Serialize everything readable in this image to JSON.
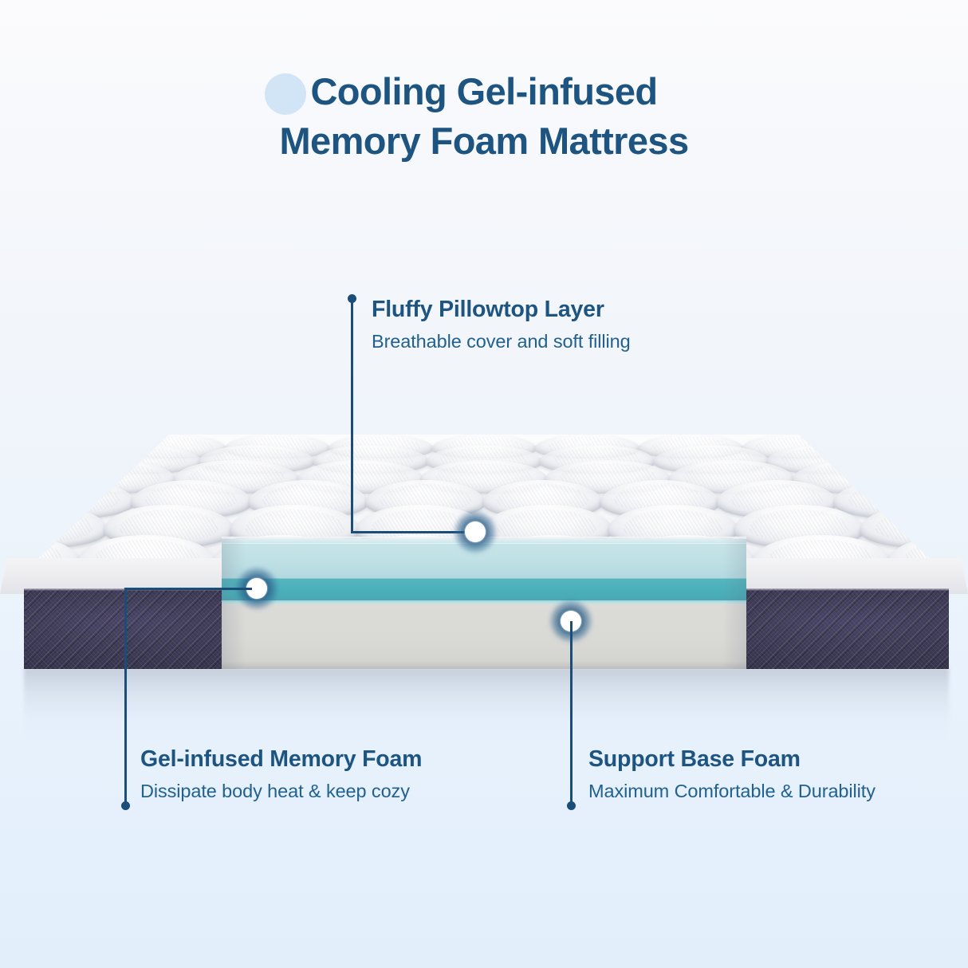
{
  "title": {
    "line1": "Cooling Gel-infused",
    "line2": "Memory Foam Mattress",
    "color": "#1e5480",
    "deco_color": "#cfe4f7"
  },
  "callouts": [
    {
      "id": "pillowtop",
      "title": "Fluffy Pillowtop Layer",
      "subtitle": "Breathable cover and soft filling"
    },
    {
      "id": "gel-memory-foam",
      "title": "Gel-infused Memory Foam",
      "subtitle": "Dissipate body heat & keep cozy"
    },
    {
      "id": "support-base",
      "title": "Support Base Foam",
      "subtitle": "Maximum Comfortable & Durability"
    }
  ],
  "product": {
    "name": "memory-foam-mattress-cutaway",
    "layers": [
      {
        "name": "Fluffy Pillowtop Layer",
        "color": "#f6f6f8"
      },
      {
        "name": "Gel-infused Memory Foam",
        "color": "#bee0e5"
      },
      {
        "name": "Gel Transition Band",
        "color": "#4bb0ba"
      },
      {
        "name": "Support Base Foam",
        "color": "#d9d9d6"
      },
      {
        "name": "Side Panel Fabric",
        "color": "#3d3a56"
      }
    ]
  },
  "background": {
    "top_color": "#fbfbfd",
    "bottom_color": "#e2effb"
  }
}
